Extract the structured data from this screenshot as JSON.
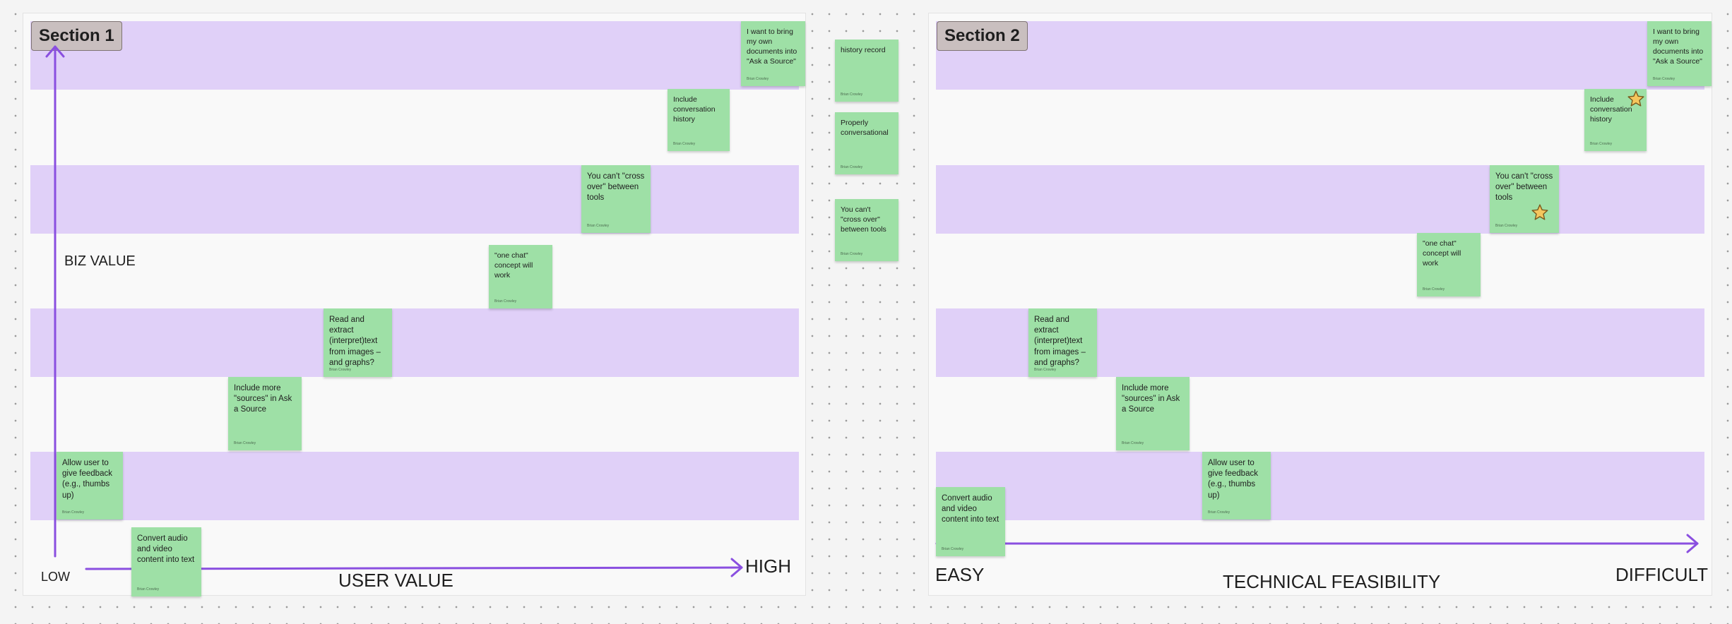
{
  "colors": {
    "canvas": "#f4f4f4",
    "section_fill": "#f9f9f9",
    "band_fill": "#e0d0f8",
    "sticky_fill": "#9ee0a6",
    "arrow": "#8a4fe0",
    "title_tag_fill": "#c9bfbf",
    "star_fill": "#f5c65d"
  },
  "section1": {
    "title": "Section 1",
    "y_axis_label": "BIZ VALUE",
    "x_axis_label": "USER VALUE",
    "x_low_label": "LOW",
    "x_high_label": "HIGH",
    "notes": [
      {
        "text": "I want to bring my own documents into \"Ask a Source\"",
        "author": "Brian Crowley"
      },
      {
        "text": "Include conversation history",
        "author": "Brian Crowley"
      },
      {
        "text": " You can't \"cross over\" between tools",
        "author": "Brian Crowley"
      },
      {
        "text": "\"one chat\" concept will work",
        "author": "Brian Crowley"
      },
      {
        "text": "Read and extract (interpret)text from images – and graphs?",
        "author": "Brian Crowley"
      },
      {
        "text": "Include more \"sources\" in Ask a Source",
        "author": "Brian Crowley"
      },
      {
        "text": "Allow user to give feedback (e.g., thumbs up)",
        "author": "Brian Crowley"
      },
      {
        "text": "Convert audio and video content into text",
        "author": "Brian Crowley"
      }
    ]
  },
  "middle": {
    "notes": [
      {
        "text": "history record",
        "author": "Brian Crowley"
      },
      {
        "text": "Properly conversational",
        "author": "Brian Crowley"
      },
      {
        "text": " You can't \"cross over\" between tools",
        "author": "Brian Crowley"
      }
    ]
  },
  "section2": {
    "title": "Section 2",
    "x_axis_label": "TECHNICAL FEASIBILITY",
    "x_low_label": "EASY",
    "x_high_label": "DIFFICULT",
    "notes": [
      {
        "text": "I want to bring my own documents into \"Ask a Source\"",
        "author": "Brian Crowley"
      },
      {
        "text": "Include conversation history",
        "author": "Brian Crowley",
        "starred": true
      },
      {
        "text": " You can't \"cross over\" between tools",
        "author": "Brian Crowley",
        "starred": true
      },
      {
        "text": "\"one chat\" concept will work",
        "author": "Brian Crowley"
      },
      {
        "text": "Read and extract (interpret)text from images – and graphs?",
        "author": "Brian Crowley"
      },
      {
        "text": "Include more \"sources\" in Ask a Source",
        "author": "Brian Crowley"
      },
      {
        "text": "Allow user to give feedback (e.g., thumbs up)",
        "author": "Brian Crowley"
      },
      {
        "text": "Convert audio and video content into text",
        "author": "Brian Crowley"
      }
    ]
  }
}
